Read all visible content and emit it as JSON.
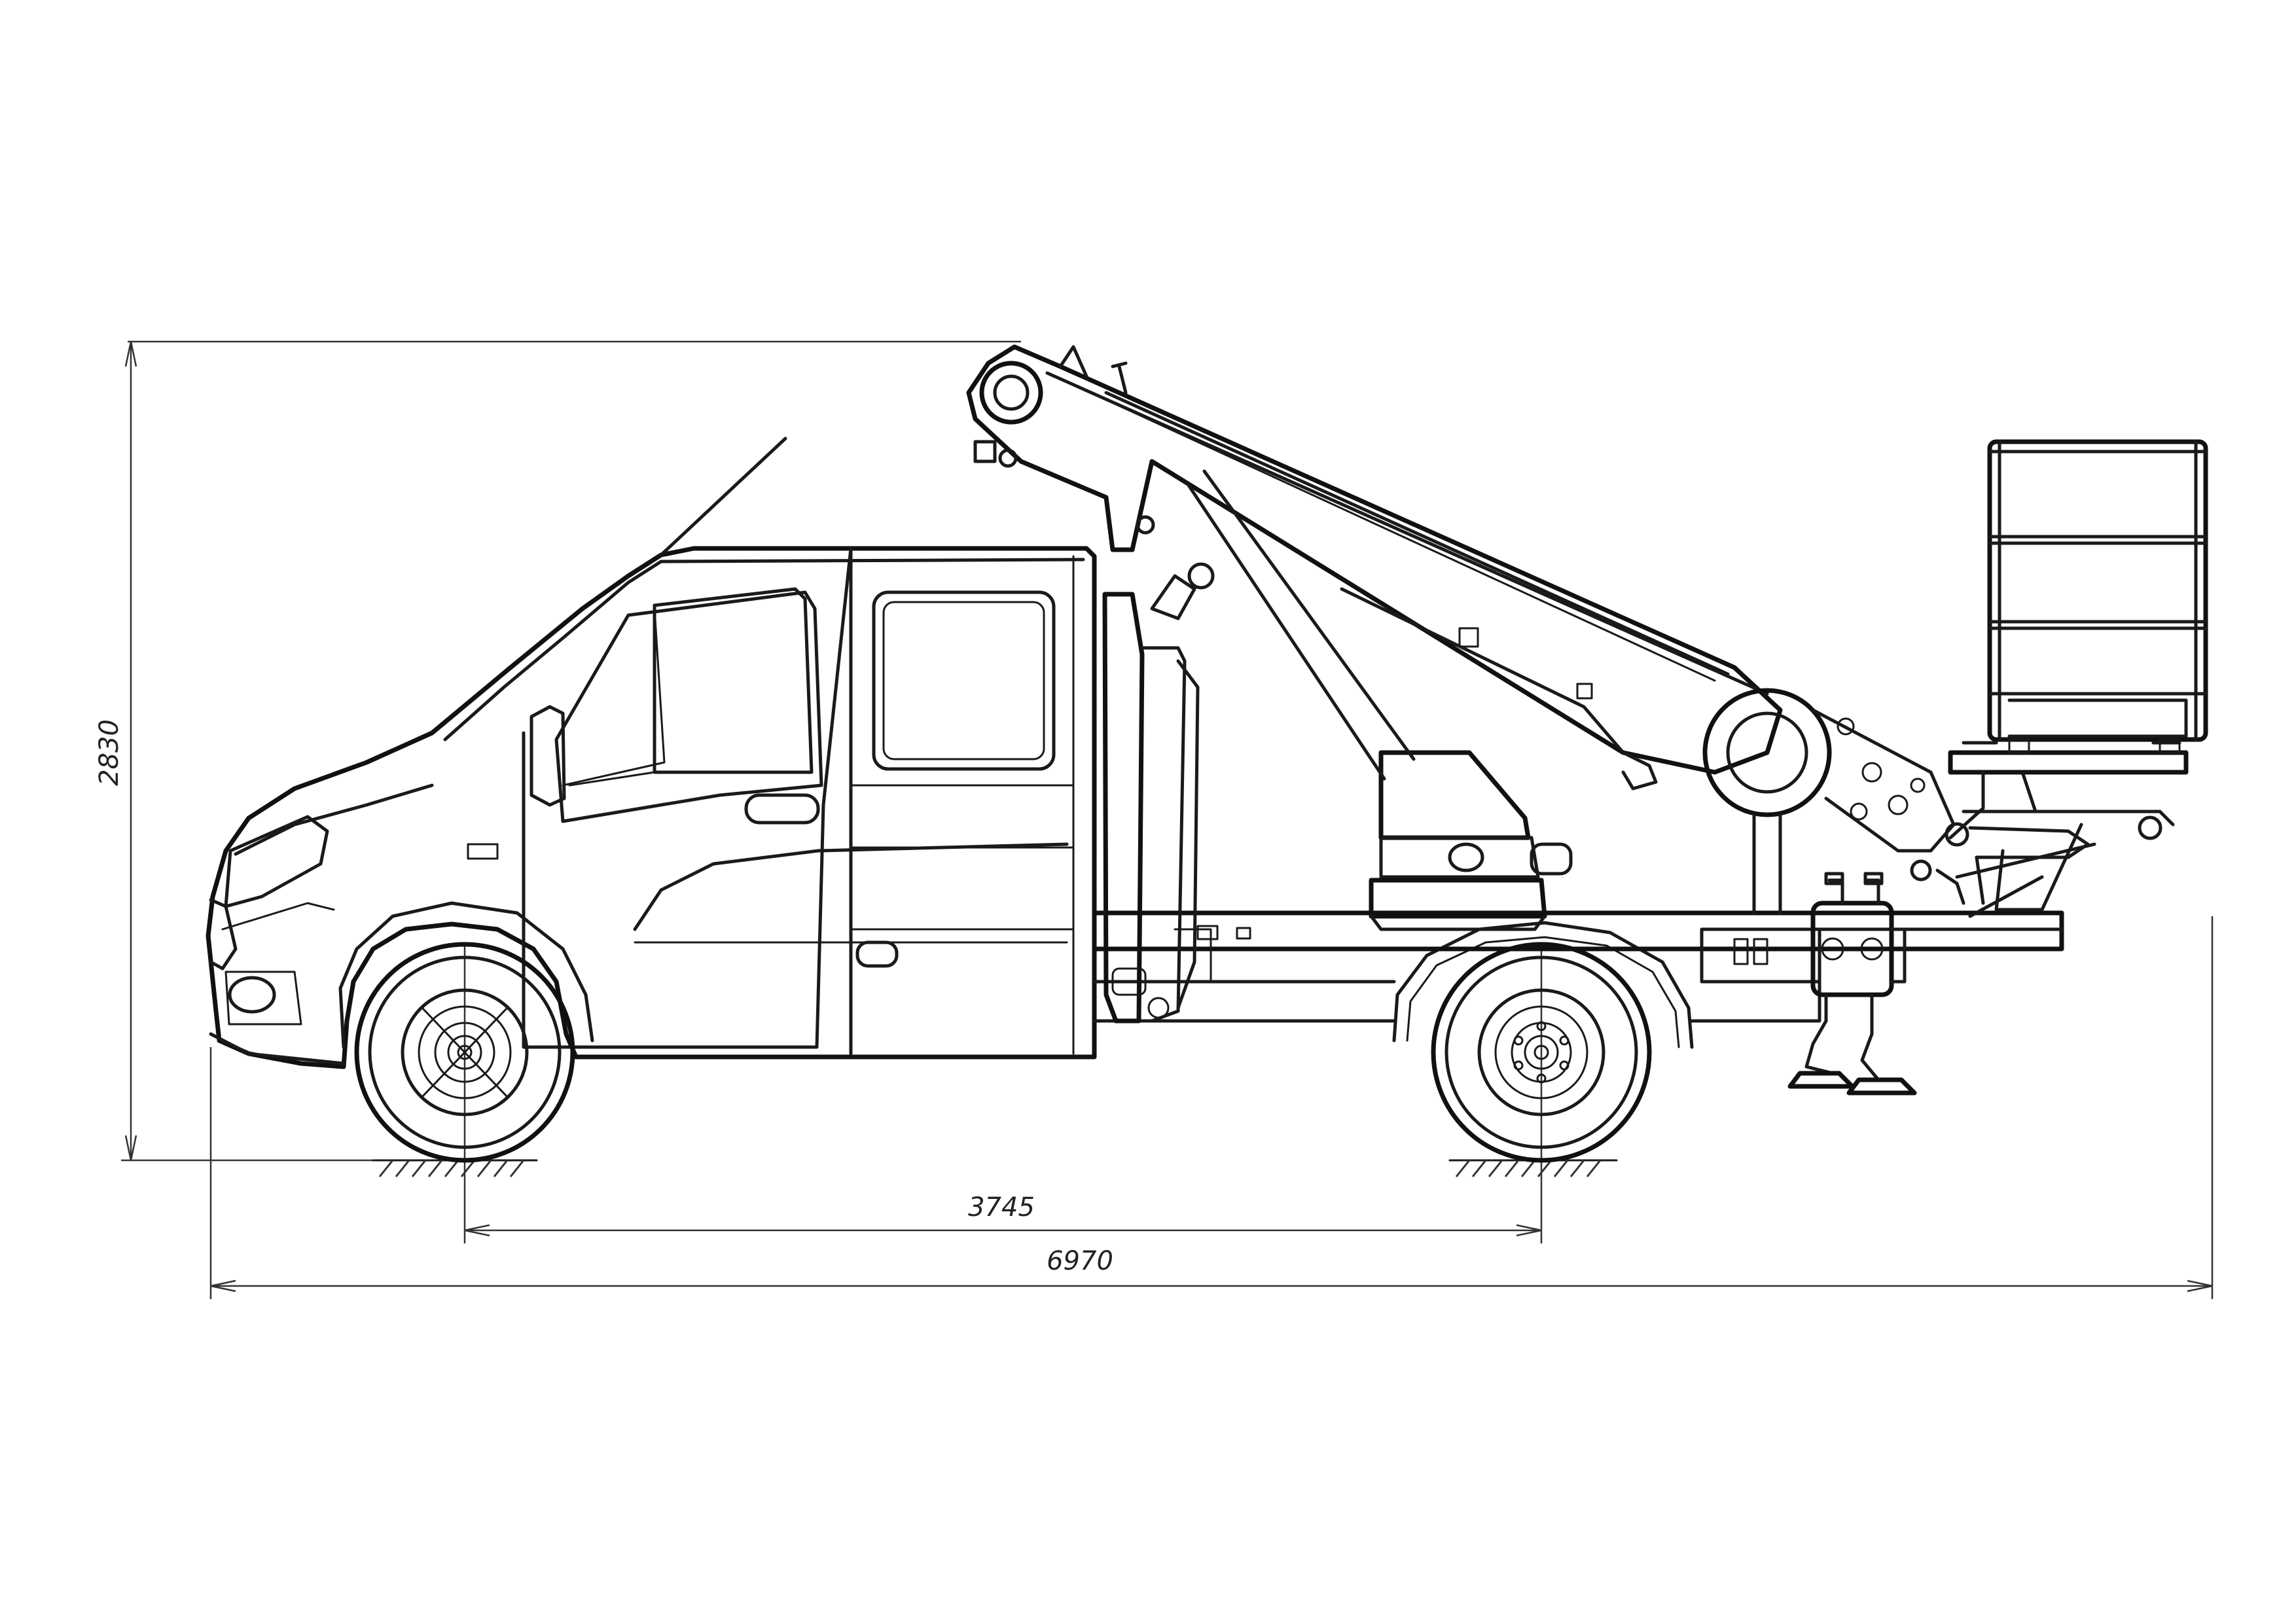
{
  "drawing": {
    "line_color": "#1a1a1a",
    "background": "#ffffff"
  },
  "dimensions": {
    "height": {
      "value": "2830"
    },
    "wheelbase": {
      "value": "3745"
    },
    "overall_length": {
      "value": "6970"
    }
  }
}
